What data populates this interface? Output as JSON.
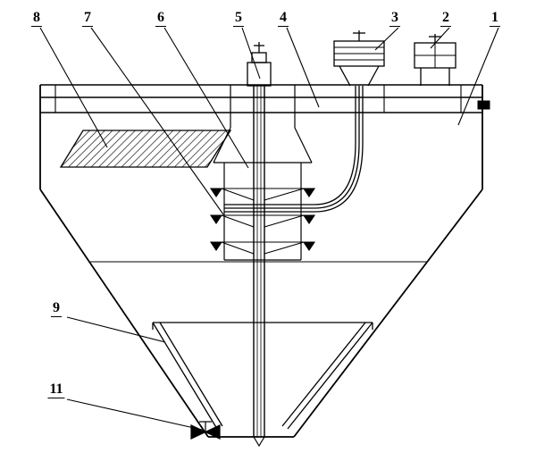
{
  "colors": {
    "line": "#000000",
    "background": "#ffffff"
  },
  "callouts": [
    {
      "label": "8"
    },
    {
      "label": "7"
    },
    {
      "label": "6"
    },
    {
      "label": "5"
    },
    {
      "label": "4"
    },
    {
      "label": "3"
    },
    {
      "label": "2"
    },
    {
      "label": "1"
    },
    {
      "label": "9"
    },
    {
      "label": "11"
    }
  ]
}
